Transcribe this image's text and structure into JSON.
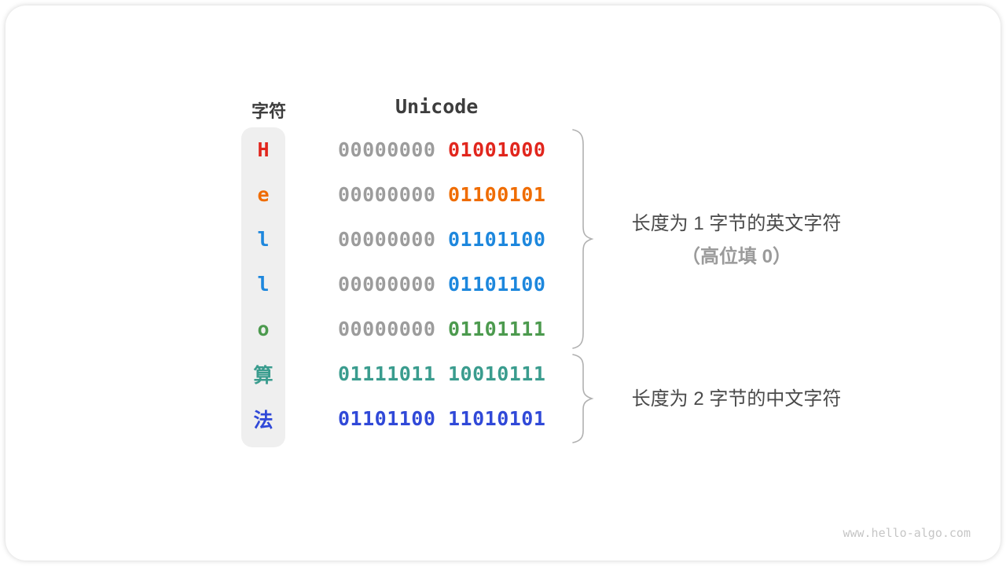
{
  "table": {
    "char_header": "字符",
    "unicode_header": "Unicode",
    "rows": [
      {
        "char": "H",
        "byte1": "00000000",
        "byte2": "01001000",
        "char_color": "#e1261d",
        "byte1_color": "#9c9c9c",
        "byte2_color": "#e1261d"
      },
      {
        "char": "e",
        "byte1": "00000000",
        "byte2": "01100101",
        "char_color": "#ef6c00",
        "byte1_color": "#9c9c9c",
        "byte2_color": "#ef6c00"
      },
      {
        "char": "l",
        "byte1": "00000000",
        "byte2": "01101100",
        "char_color": "#1d87dd",
        "byte1_color": "#9c9c9c",
        "byte2_color": "#1d87dd"
      },
      {
        "char": "l",
        "byte1": "00000000",
        "byte2": "01101100",
        "char_color": "#1d87dd",
        "byte1_color": "#9c9c9c",
        "byte2_color": "#1d87dd"
      },
      {
        "char": "o",
        "byte1": "00000000",
        "byte2": "01101111",
        "char_color": "#4c9a4e",
        "byte1_color": "#9c9c9c",
        "byte2_color": "#4c9a4e"
      },
      {
        "char": "算",
        "byte1": "01111011",
        "byte2": "10010111",
        "char_color": "#3a9c8e",
        "byte1_color": "#3a9c8e",
        "byte2_color": "#3a9c8e"
      },
      {
        "char": "法",
        "byte1": "01101100",
        "byte2": "11010101",
        "char_color": "#3049d8",
        "byte1_color": "#3049d8",
        "byte2_color": "#3049d8"
      }
    ]
  },
  "annotations": {
    "english": {
      "line1": "长度为 1 字节的英文字符",
      "line2": "（高位填 0）"
    },
    "chinese": {
      "line1": "长度为 2 字节的中文字符"
    }
  },
  "watermark": "www.hello-algo.com",
  "colors": {
    "header_text": "#3d3d3d",
    "annotation_text": "#4a4a4a",
    "annotation_muted": "#9b9b9b",
    "gray_bits": "#9c9c9c",
    "char_column_bg": "#efefef",
    "brace_stroke": "#b0b0b0"
  }
}
